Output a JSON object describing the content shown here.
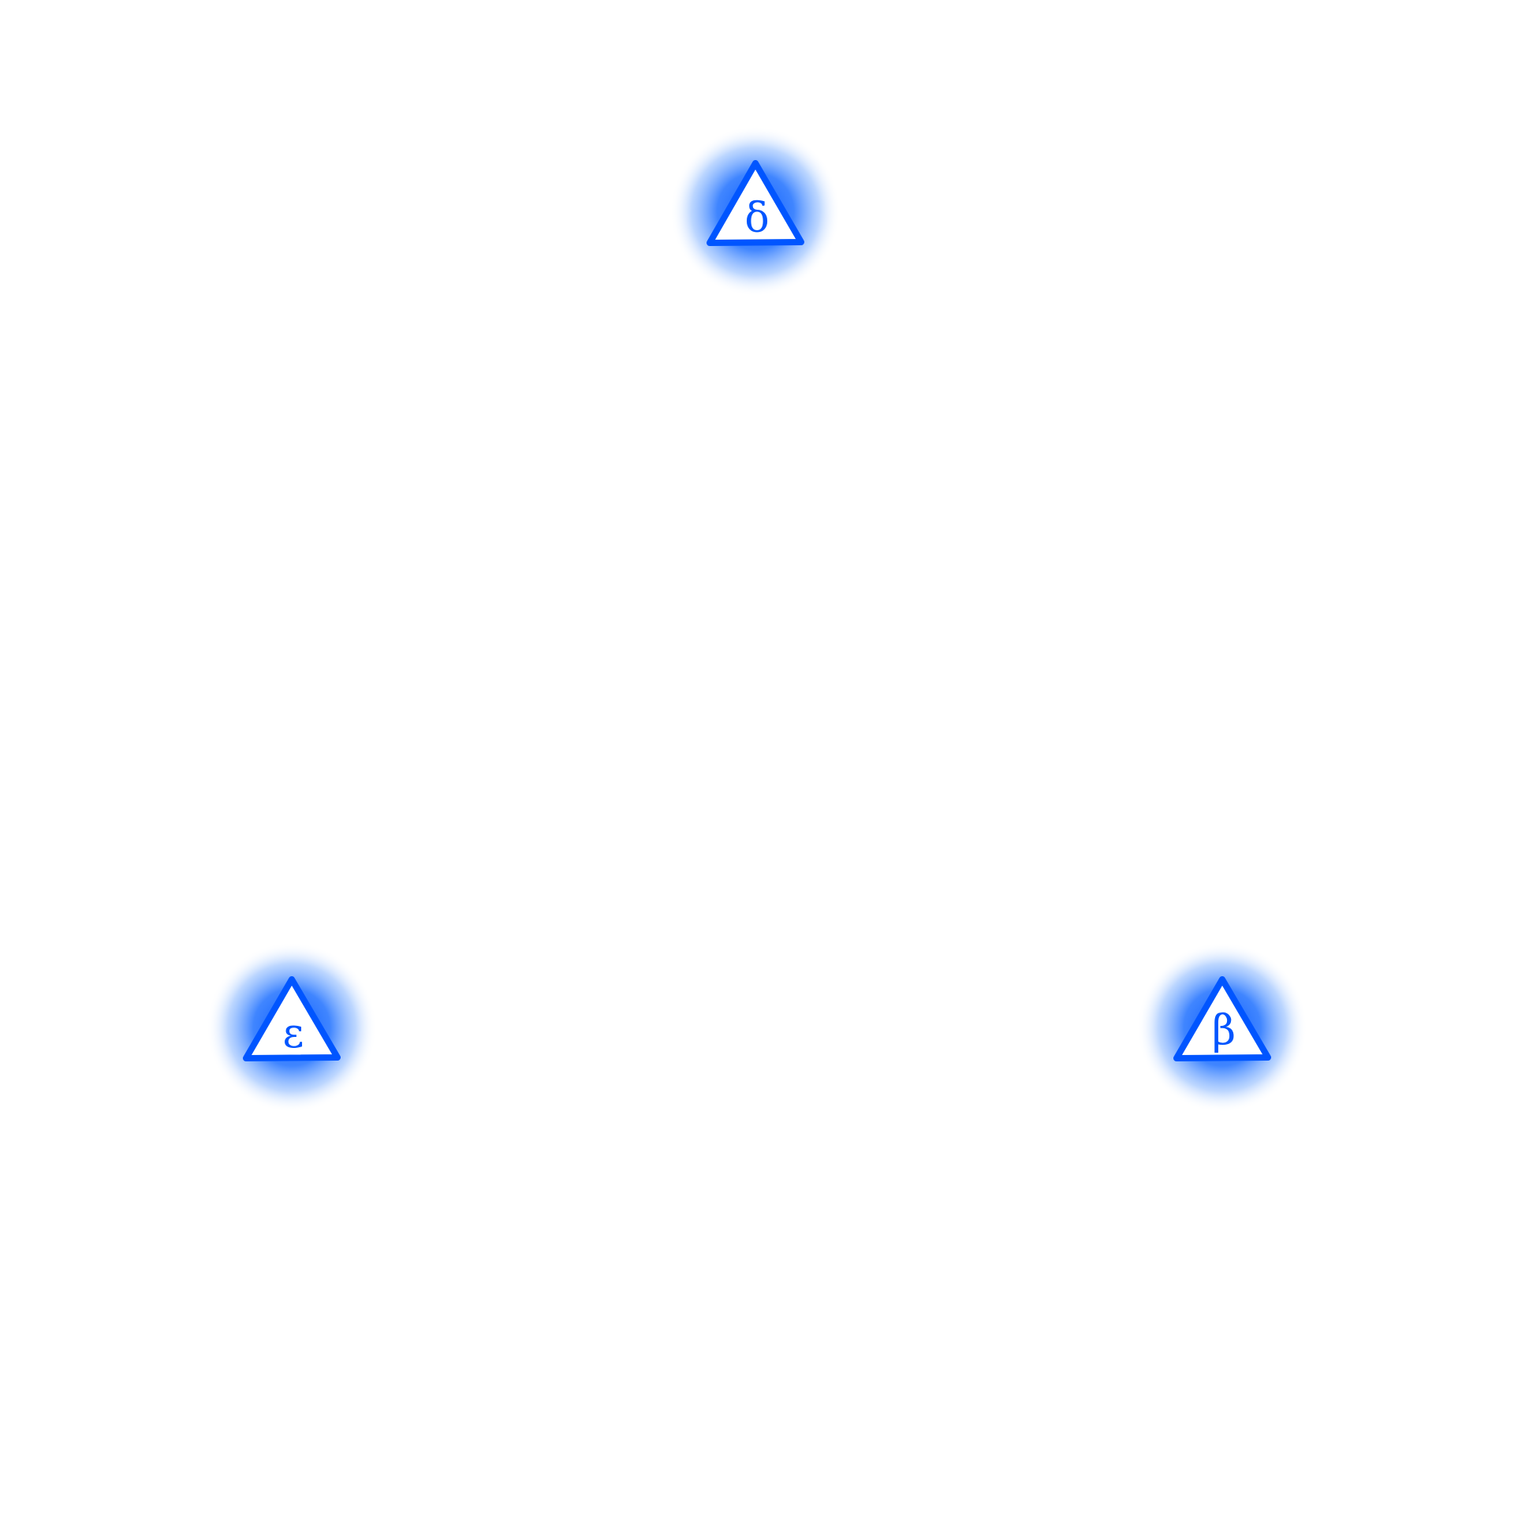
{
  "accent_color": "#0055ff",
  "glow_color": "#3a86ff",
  "nodes": [
    {
      "id": "delta",
      "label": "δ"
    },
    {
      "id": "epsilon",
      "label": "ε"
    },
    {
      "id": "beta",
      "label": "β"
    }
  ]
}
